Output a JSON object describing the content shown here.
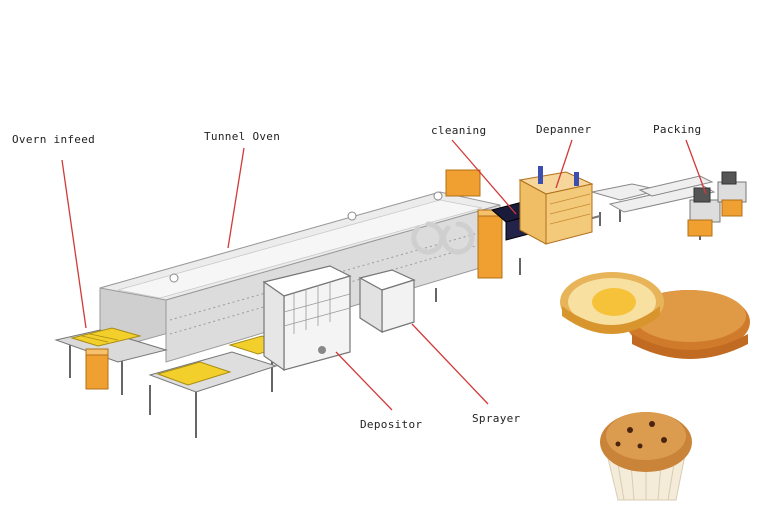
{
  "labels": {
    "oven_infeed": "Overn infeed",
    "tunnel_oven": "Tunnel Oven",
    "cleaning": "cleaning",
    "depanner": "Depanner",
    "packing": "Packing",
    "depositor": "Depositor",
    "sprayer": "Sprayer"
  },
  "colors": {
    "leader_line": "#d23a3a",
    "machine_orange": "#f0a030",
    "oven_body": "#e9e9e9",
    "frame": "#666666",
    "tray_yellow": "#f3cf2c"
  }
}
